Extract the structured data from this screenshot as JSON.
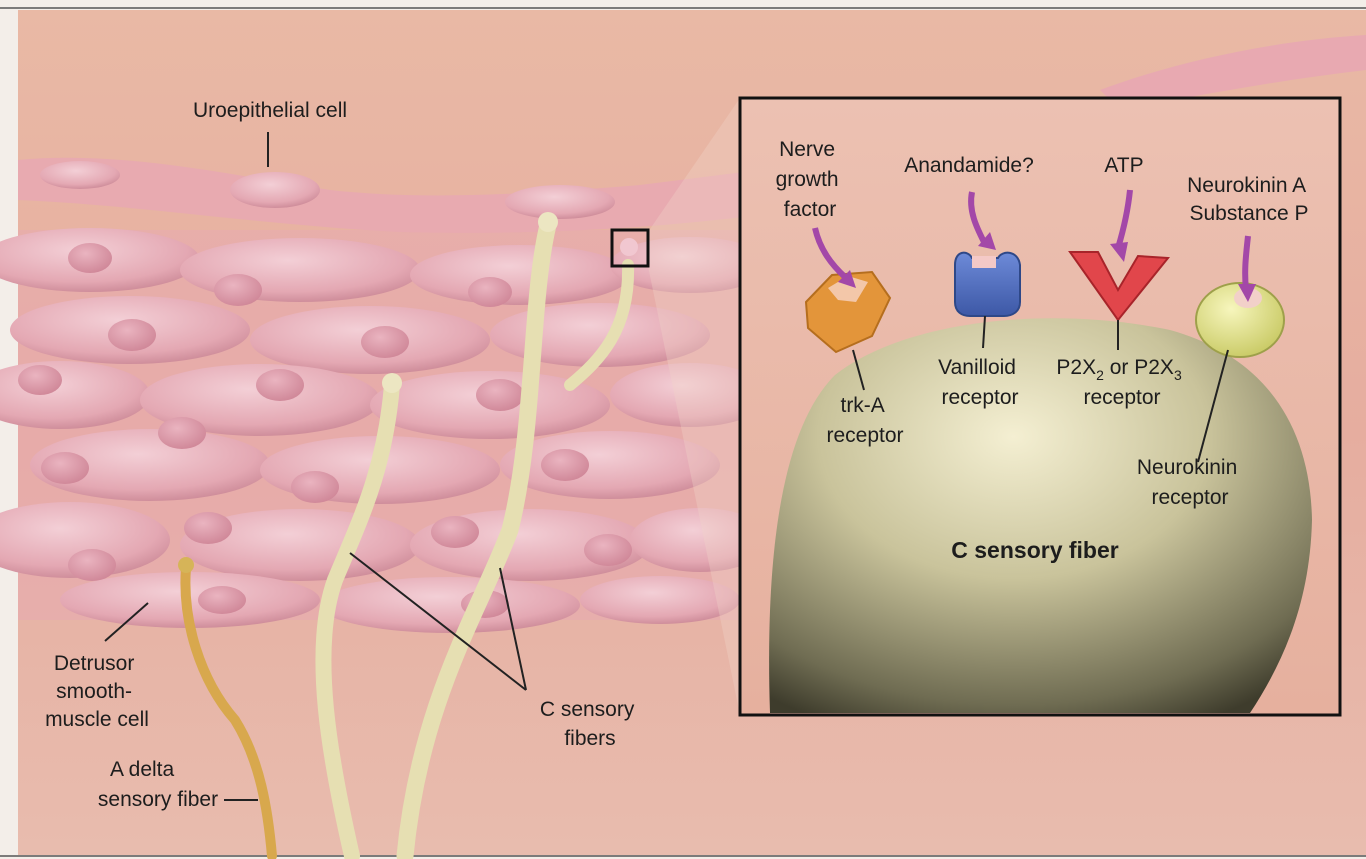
{
  "colors": {
    "tissue_bg": "#e7b3a3",
    "muscle_cell": "#e4a8b2",
    "nucleus": "#d98e9c",
    "c_fiber": "#e8e1b6",
    "a_delta_fiber": "#d9a94e",
    "trk_a": "#e59a3f",
    "vanilloid": "#4f6fc4",
    "p2x": "#e2484c",
    "neurokinin": "#dfe28a",
    "ligand_arrow": "#a348a8"
  },
  "labels": {
    "uroepithelial": "Uroepithelial cell",
    "detrusor": [
      "Detrusor",
      "smooth-",
      "muscle cell"
    ],
    "a_delta": [
      "A delta",
      "sensory fiber"
    ],
    "c_fibers": [
      "C sensory",
      "fibers"
    ]
  },
  "inset": {
    "ligands": {
      "ngf": [
        "Nerve",
        "growth",
        "factor"
      ],
      "anandamide": "Anandamide?",
      "atp": "ATP",
      "nk": [
        "Neurokinin A",
        "Substance P"
      ]
    },
    "receptors": {
      "trk": [
        "trk-A",
        "receptor"
      ],
      "vanilloid": [
        "Vanilloid",
        "receptor"
      ],
      "p2x": {
        "prefix": "P2X",
        "sub1": "2",
        "middle": " or P2X",
        "sub2": "3",
        "line2": "receptor"
      },
      "nk": [
        "Neurokinin",
        "receptor"
      ]
    },
    "fiber_label": "C sensory fiber"
  }
}
